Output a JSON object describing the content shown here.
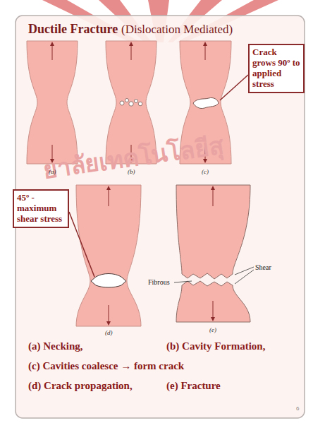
{
  "diagram": {
    "title": "Ductile Fracture",
    "nodes": [
      {
        "text": [
          "Crack grows 90º to applied stress"
        ]
      },
      {
        "text": [
          "45º - maximum shear stress"
        ]
      }
    ],
    "labels": [
      "(Dislocation Mediated)",
      "(a)",
      "(b)",
      "(c)",
      "(d)",
      "(e)",
      "Fibrous",
      "Shear",
      "(a) Necking,",
      "(b) Cavity Formation,",
      "(c) Cavities coalesce → form crack",
      "(d) Crack propagation,",
      "(e) Fracture",
      "6",
      "ยาลัยเทคโนโลยีสุ"
    ]
  }
}
